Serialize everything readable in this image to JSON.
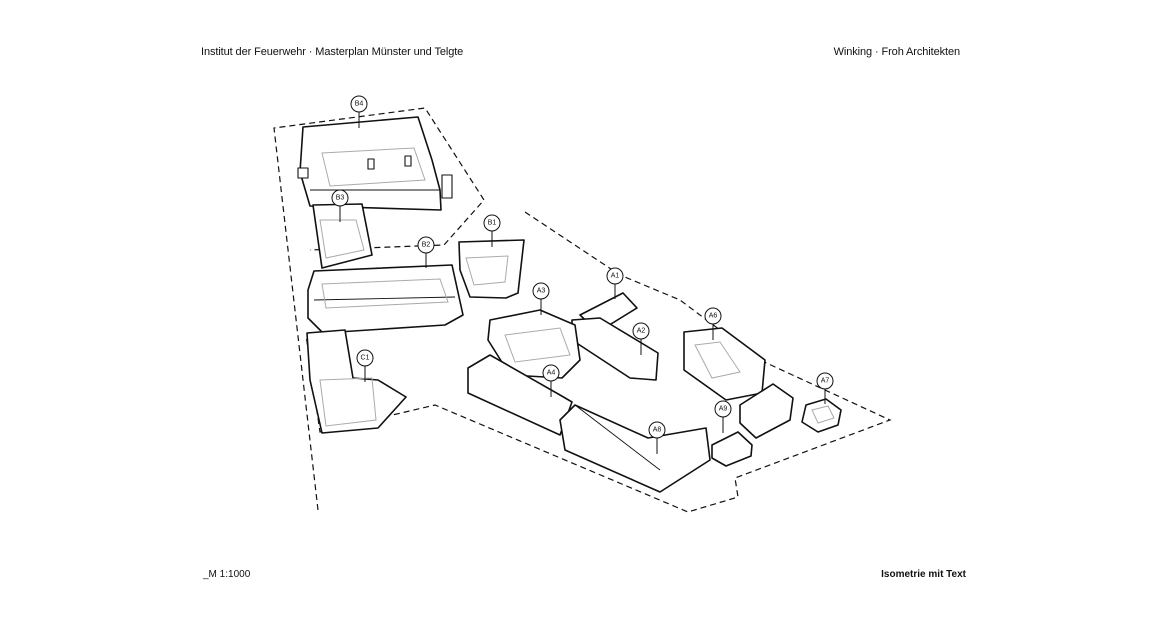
{
  "header": {
    "left_title": "Institut der Feuerwehr · Masterplan Münster und Telgte",
    "right_title": "Winking · Froh  Architekten"
  },
  "footer": {
    "scale": "_M 1:1000",
    "view_title": "Isometrie mit Text"
  },
  "buildings": {
    "B4": "B4",
    "B3": "B3",
    "B2": "B2",
    "B1": "B1",
    "C1": "C1",
    "A1": "A1",
    "A2": "A2",
    "A3": "A3",
    "A4": "A4",
    "A6": "A6",
    "A7": "A7",
    "A8": "A8",
    "A9": "A9"
  }
}
